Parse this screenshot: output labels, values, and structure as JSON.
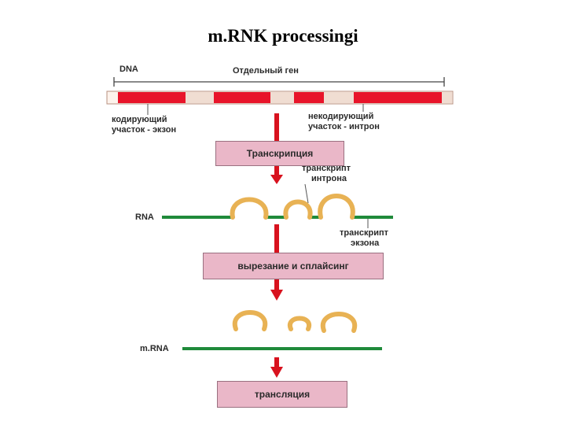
{
  "title": "m.RNK processingi",
  "labels": {
    "dna": "DNA",
    "gene": "Отдельный ген",
    "coding_line1": "кодирующий",
    "coding_line2": "участок - экзон",
    "noncoding_line1": "некодирующий",
    "noncoding_line2": "участок - интрон",
    "intron_transcript_line1": "транскрипт",
    "intron_transcript_line2": "интрона",
    "rna": "RNA",
    "exon_transcript_line1": "транскрипт",
    "exon_transcript_line2": "экзона",
    "mrna": "m.RNA"
  },
  "boxes": {
    "transcription": "Транскрипция",
    "splicing": "вырезание и сплайсинг",
    "translation": "трансляция"
  },
  "colors": {
    "exon": "#e8142a",
    "intron": "#f0ddd2",
    "rna": "#1f8a3a",
    "arrow": "#d8121e",
    "loop": "#e8b254",
    "box": "#eab7c8"
  }
}
